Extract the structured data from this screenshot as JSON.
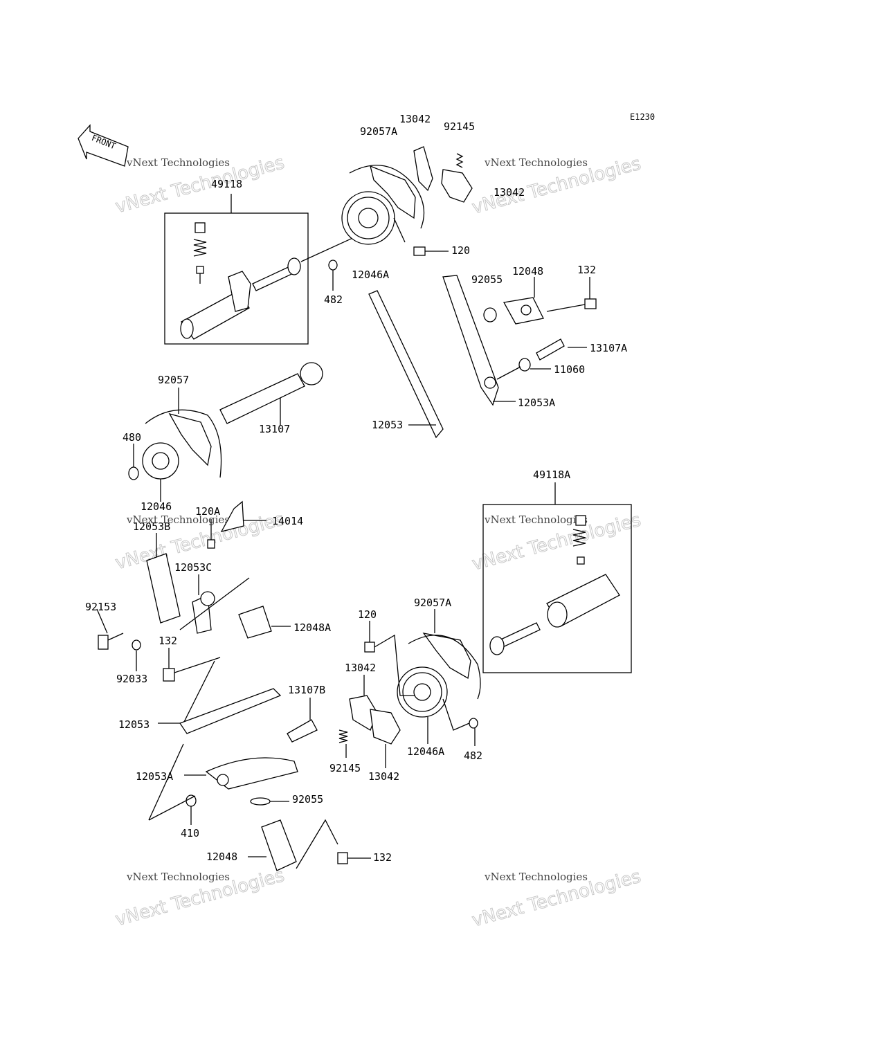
{
  "diagram_code": "E1230",
  "front_arrow_label": "FRONT",
  "watermark": {
    "line1": "vNext Technologies",
    "line2": "vNext Technologies"
  },
  "labels": {
    "p49118": "49118",
    "p92057A_top": "92057A",
    "p13042_top1": "13042",
    "p92145_top": "92145",
    "p13042_top2": "13042",
    "p120_top": "120",
    "p12046A_top": "12046A",
    "p482_top": "482",
    "p92055_top": "92055",
    "p12048_top": "12048",
    "p132_top": "132",
    "p13107A": "13107A",
    "p11060": "11060",
    "p12053A_top": "12053A",
    "p12053_mid": "12053",
    "p92057": "92057",
    "p13107": "13107",
    "p480": "480",
    "p12046": "12046",
    "p120A": "120A",
    "p14014": "14014",
    "p12053B": "12053B",
    "p12053C": "12053C",
    "p92153": "92153",
    "p12048A": "12048A",
    "p132_mid": "132",
    "p92033": "92033",
    "p49118A": "49118A",
    "p120_bot": "120",
    "p92057A_bot": "92057A",
    "p13042_bot1": "13042",
    "p13107B": "13107B",
    "p12053_bot": "12053",
    "p12053A_bot": "12053A",
    "p92145_bot": "92145",
    "p13042_bot2": "13042",
    "p12046A_bot": "12046A",
    "p482_bot": "482",
    "p92055_bot": "92055",
    "p410": "410",
    "p12048_bot": "12048",
    "p132_bot": "132"
  }
}
